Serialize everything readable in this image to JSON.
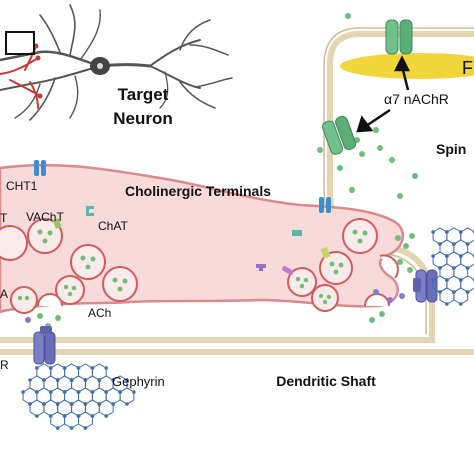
{
  "labels": {
    "target_neuron_line1": "Target",
    "target_neuron_line2": "Neuron",
    "cht1": "CHT1",
    "cholinergic_terminals": "Cholinergic Terminals",
    "vacht": "VAChT",
    "chat": "ChAT",
    "ach": "ACh",
    "cut_left_t": "T",
    "cut_left_a": "A",
    "cut_left_r": "R",
    "gephyrin": "Gephyrin",
    "dendritic_shaft": "Dendritic Shaft",
    "alpha7": "α7 nAChR",
    "spine_cut": "Spin",
    "right_band_cut": "F"
  },
  "colors": {
    "terminal_fill": "#f8dada",
    "terminal_stroke": "#d98a8a",
    "vesicle_fill": "#fbeaea",
    "vesicle_stroke": "#d05c5c",
    "ach_dot": "#6fbf7a",
    "dendrite_stroke": "#d8c8a5",
    "receptor_green": "#6fc08a",
    "receptor_purple": "#7b7fc6",
    "yellow_band": "#f2d53a",
    "gephyrin_lattice": "#3f6ea8",
    "neuron_gray": "#555555",
    "neuron_red": "#c83838",
    "cht1_blue": "#3b8fd1"
  }
}
